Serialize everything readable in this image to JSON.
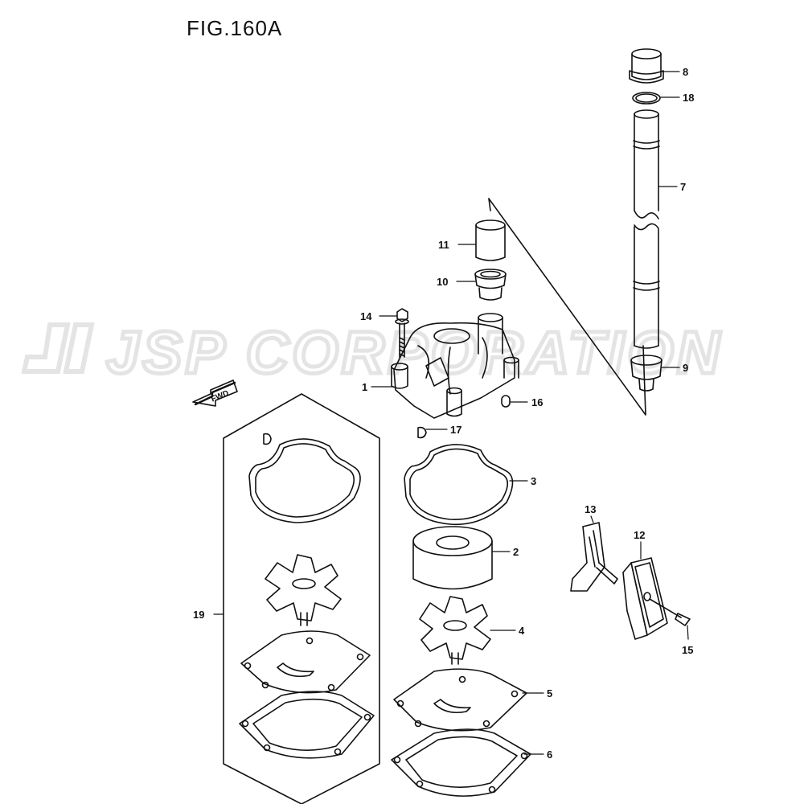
{
  "figure": {
    "title": "FIG.160A"
  },
  "watermark": {
    "text": "JSP CORPORATION",
    "color": "#e4e4e4"
  },
  "direction_arrow": {
    "label": "FWD"
  },
  "callouts": [
    {
      "id": "c1",
      "label": "1"
    },
    {
      "id": "c2",
      "label": "2"
    },
    {
      "id": "c3",
      "label": "3"
    },
    {
      "id": "c4",
      "label": "4"
    },
    {
      "id": "c5",
      "label": "5"
    },
    {
      "id": "c6",
      "label": "6"
    },
    {
      "id": "c7",
      "label": "7"
    },
    {
      "id": "c8",
      "label": "8"
    },
    {
      "id": "c9",
      "label": "9"
    },
    {
      "id": "c10",
      "label": "10"
    },
    {
      "id": "c11",
      "label": "11"
    },
    {
      "id": "c12",
      "label": "12"
    },
    {
      "id": "c13",
      "label": "13"
    },
    {
      "id": "c14",
      "label": "14"
    },
    {
      "id": "c15",
      "label": "15"
    },
    {
      "id": "c16",
      "label": "16"
    },
    {
      "id": "c17",
      "label": "17"
    },
    {
      "id": "c18",
      "label": "18"
    },
    {
      "id": "c19",
      "label": "19"
    }
  ]
}
